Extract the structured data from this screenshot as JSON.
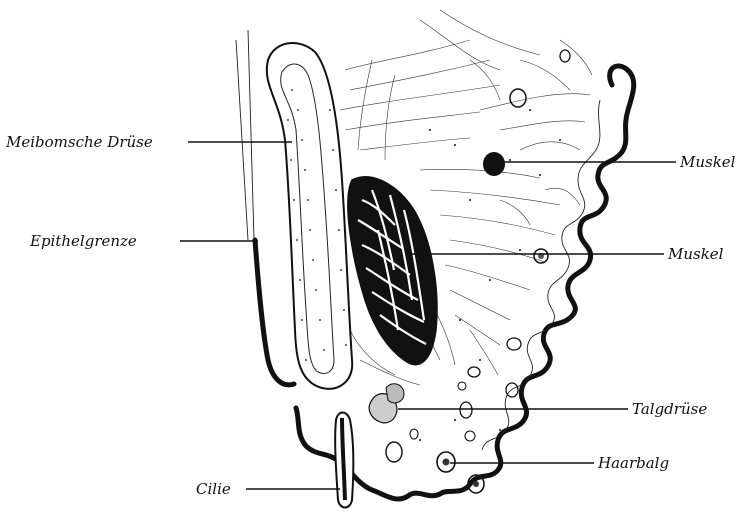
{
  "labels": {
    "meibomsche_druese": "Meibomsche Drüse",
    "epithelgrenze": "Epithelgrenze",
    "cilie": "Cilie",
    "muskel_upper": "Muskel",
    "muskel_lower": "Muskel",
    "talgdruese": "Talgdrüse",
    "haarbalg": "Haarbalg"
  },
  "colors": {
    "ink": "#111111",
    "background": "#ffffff"
  }
}
